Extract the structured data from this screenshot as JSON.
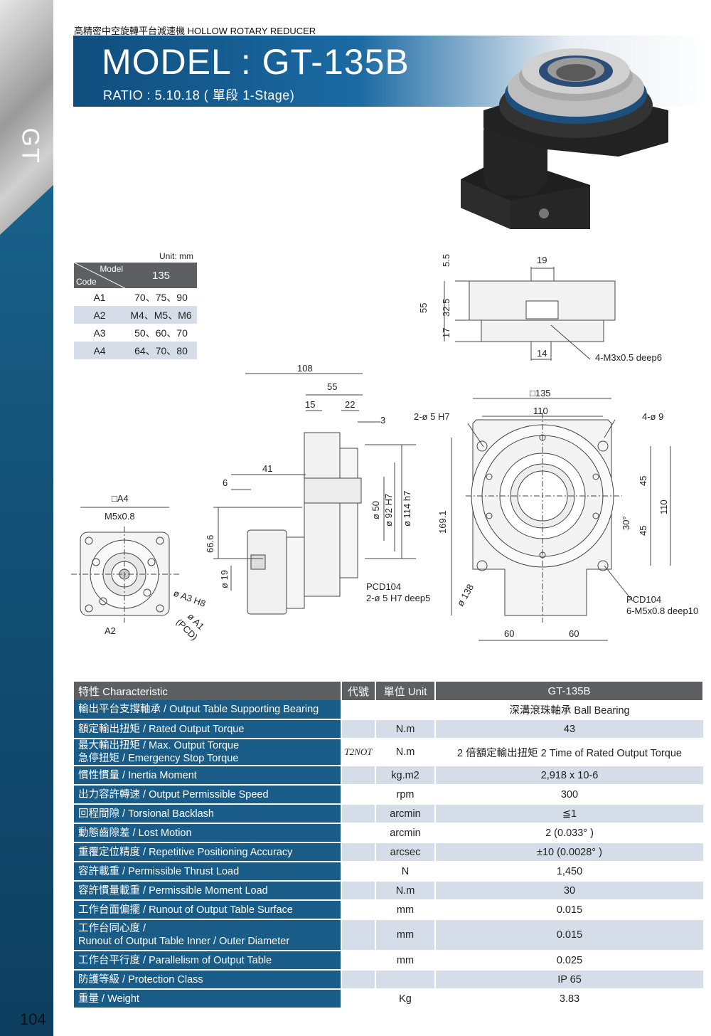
{
  "sidebar": {
    "label": "GT"
  },
  "header": {
    "caption": "高精密中空旋轉平台減速機  HOLLOW ROTARY REDUCER",
    "title": "MODEL : GT-135B",
    "subtitle": "RATIO : 5.10.18 ( 單段 1-Stage)"
  },
  "code_table": {
    "unit": "Unit: mm",
    "header_model": "Model",
    "header_code": "Code",
    "header_value": "135",
    "rows": [
      {
        "code": "A1",
        "value": "70、75、90"
      },
      {
        "code": "A2",
        "value": "M4、M5、M6"
      },
      {
        "code": "A3",
        "value": "50、60、70"
      },
      {
        "code": "A4",
        "value": "64、70、80"
      }
    ]
  },
  "drawing_labels": {
    "top_view": {
      "d55": "55",
      "d5_5": "5.5",
      "d32_5": "32.5",
      "d17": "17",
      "d19": "19",
      "d14": "14",
      "thread": "4-M3x0.5 deep6"
    },
    "side_view": {
      "d108": "108",
      "d55": "55",
      "d15": "15",
      "d22": "22",
      "d3": "3",
      "d41": "41",
      "d6": "6",
      "d66_6": "66.6",
      "d19": "ø 19",
      "d50": "ø 50",
      "d92": "ø 92 H7",
      "d114": "ø 114 h7",
      "pcd": "PCD104",
      "pin": "2-ø 5 H7 deep5"
    },
    "motor_view": {
      "a4": "□A4",
      "m5": "M5x0.8",
      "a3": "ø A3 H8",
      "a1": "ø A1",
      "pcd": "(PCD)",
      "a2": "A2"
    },
    "front_view": {
      "sq135": "□135",
      "d110": "110",
      "pin": "2-ø 5 H7",
      "holes": "4-ø 9",
      "d169": "169.1",
      "d45a": "45",
      "d45b": "45",
      "d110v": "110",
      "angle": "30°",
      "d138": "ø 138",
      "pcd": "PCD104",
      "thread": "6-M5x0.8 deep10",
      "d60a": "60",
      "d60b": "60"
    }
  },
  "spec_table": {
    "headers": {
      "characteristic": "特性 Characteristic",
      "symbol": "代號",
      "unit": "單位 Unit",
      "model": "GT-135B"
    },
    "rows": [
      {
        "name": "輸出平台支撐軸承 / Output Table Supporting Bearing",
        "symbol": "",
        "unit": "",
        "value": "深溝滾珠軸承 Ball Bearing"
      },
      {
        "name": "額定輸出扭矩 / Rated Output Torque",
        "symbol": "",
        "unit": "N.m",
        "value": "43"
      },
      {
        "name": "最大輸出扭矩 / Max. Output Torque",
        "name2": "急停扭矩 / Emergency Stop Torque",
        "symbol": "T2NOT",
        "unit": "N.m",
        "value": "2 倍額定輸出扭矩 2 Time of Rated Output Torque"
      },
      {
        "name": "慣性慣量 / Inertia Moment",
        "symbol": "",
        "unit": "kg.m2",
        "value": "2,918 x 10-6"
      },
      {
        "name": "出力容許轉速 / Output Permissible Speed",
        "symbol": "",
        "unit": "rpm",
        "value": "300"
      },
      {
        "name": "回程間隙 / Torsional Backlash",
        "symbol": "",
        "unit": "arcmin",
        "value": "≦1"
      },
      {
        "name": "動態齒隙差 / Lost Motion",
        "symbol": "",
        "unit": "arcmin",
        "value": "2 (0.033° )"
      },
      {
        "name": "重覆定位精度 / Repetitive Positioning Accuracy",
        "symbol": "",
        "unit": "arcsec",
        "value": "±10 (0.0028° )"
      },
      {
        "name": "容許載重 / Permissible Thrust Load",
        "symbol": "",
        "unit": "N",
        "value": "1,450"
      },
      {
        "name": "容許慣量載重 / Permissible Moment Load",
        "symbol": "",
        "unit": "N.m",
        "value": "30"
      },
      {
        "name": "工作台面偏擺 / Runout of Output Table Surface",
        "symbol": "",
        "unit": "mm",
        "value": "0.015"
      },
      {
        "name": "工作台同心度 /",
        "name2": "Runout of Output Table Inner / Outer Diameter",
        "symbol": "",
        "unit": "mm",
        "value": "0.015"
      },
      {
        "name": "工作台平行度 / Parallelism of Output Table",
        "symbol": "",
        "unit": "mm",
        "value": "0.025"
      },
      {
        "name": "防護等級 / Protection Class",
        "symbol": "",
        "unit": "",
        "value": "IP 65"
      },
      {
        "name": "重量 / Weight",
        "symbol": "",
        "unit": "Kg",
        "value": "3.83"
      }
    ]
  },
  "page_number": "104"
}
